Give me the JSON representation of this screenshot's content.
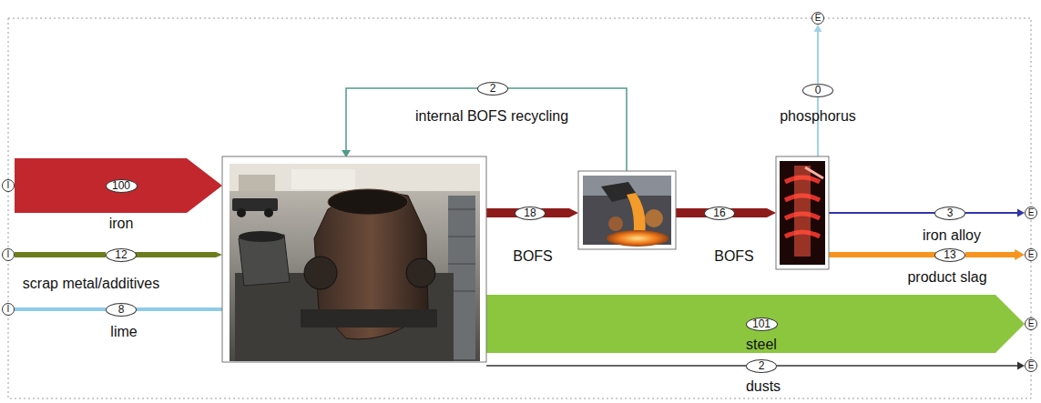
{
  "diagram": {
    "nodes": [
      {
        "text": [
          "E"
        ]
      },
      {
        "text": [
          "2"
        ]
      },
      {
        "text": [
          "0"
        ]
      },
      {
        "text": [
          "I"
        ]
      },
      {
        "text": [
          "100"
        ]
      },
      {
        "text": [
          "18"
        ]
      },
      {
        "text": [
          "16"
        ]
      },
      {
        "text": [
          "3"
        ]
      },
      {
        "text": [
          "E"
        ]
      },
      {
        "text": [
          "I"
        ]
      },
      {
        "text": [
          "12"
        ]
      },
      {
        "text": [
          "13"
        ]
      },
      {
        "text": [
          "E"
        ]
      },
      {
        "text": [
          "I"
        ]
      },
      {
        "text": [
          "8"
        ]
      },
      {
        "text": [
          "101"
        ]
      },
      {
        "text": [
          "E"
        ]
      },
      {
        "text": [
          "2"
        ]
      },
      {
        "text": [
          "E"
        ]
      }
    ],
    "edges": [
      {
        "from": 2,
        "to": 0,
        "arrow": "to"
      },
      {
        "from": 7,
        "to": 8,
        "arrow": "to"
      },
      {
        "from": 9,
        "to": 10,
        "arrow": "none"
      },
      {
        "from": 11,
        "to": 12,
        "arrow": "to"
      },
      {
        "from": 13,
        "to": 14,
        "arrow": "none"
      },
      {
        "from": 17,
        "to": 18,
        "arrow": "to"
      }
    ],
    "labels": [
      "internal BOFS recycling",
      "phosphorus",
      "iron",
      "BOFS",
      "BOFS",
      "iron alloy",
      "scrap metal/additives",
      "product slag",
      "lime",
      "steel",
      "dusts"
    ]
  }
}
